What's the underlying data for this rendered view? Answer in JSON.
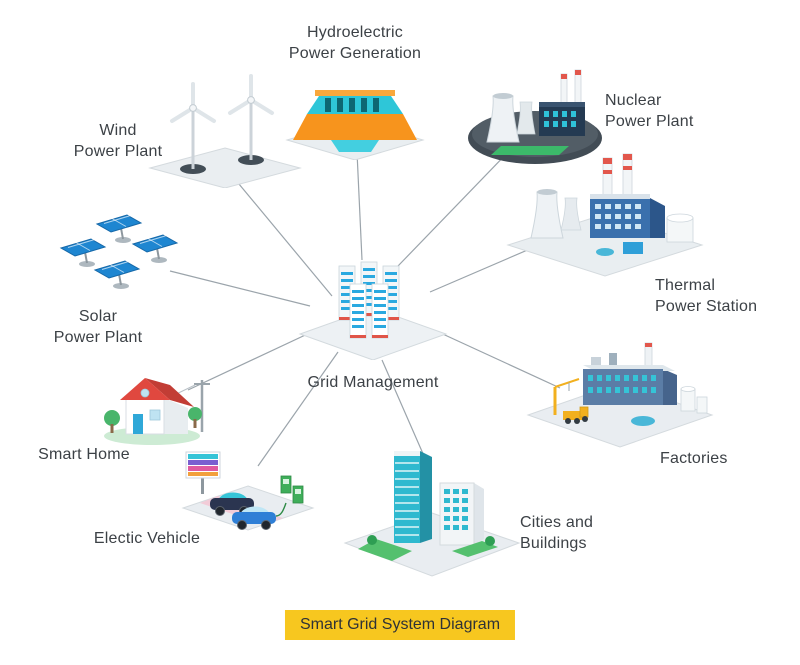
{
  "diagram": {
    "title": "Smart Grid System Diagram",
    "center": {
      "id": "grid-management",
      "label": "Grid Management"
    },
    "nodes": [
      {
        "id": "wind",
        "label": "Wind\nPower Plant"
      },
      {
        "id": "hydro",
        "label": "Hydroelectric\nPower Generation"
      },
      {
        "id": "nuclear",
        "label": "Nuclear\nPower Plant"
      },
      {
        "id": "thermal",
        "label": "Thermal\nPower Station"
      },
      {
        "id": "solar",
        "label": "Solar\nPower Plant"
      },
      {
        "id": "home",
        "label": "Smart Home"
      },
      {
        "id": "ev",
        "label": "Electic Vehicle"
      },
      {
        "id": "cities",
        "label": "Cities and\nBuildings"
      },
      {
        "id": "factories",
        "label": "Factories"
      }
    ],
    "icons": {
      "center": "server-racks-icon",
      "wind": "wind-turbines-icon",
      "hydro": "hydroelectric-dam-icon",
      "nuclear": "nuclear-plant-icon",
      "thermal": "thermal-station-icon",
      "solar": "solar-panels-icon",
      "home": "smart-home-icon",
      "ev": "ev-charging-icon",
      "cities": "city-buildings-icon",
      "factories": "factory-icon"
    },
    "colors": {
      "title_background": "#f7c71f",
      "label_text": "#3c4146",
      "connector_line": "#9ba4ab"
    }
  }
}
